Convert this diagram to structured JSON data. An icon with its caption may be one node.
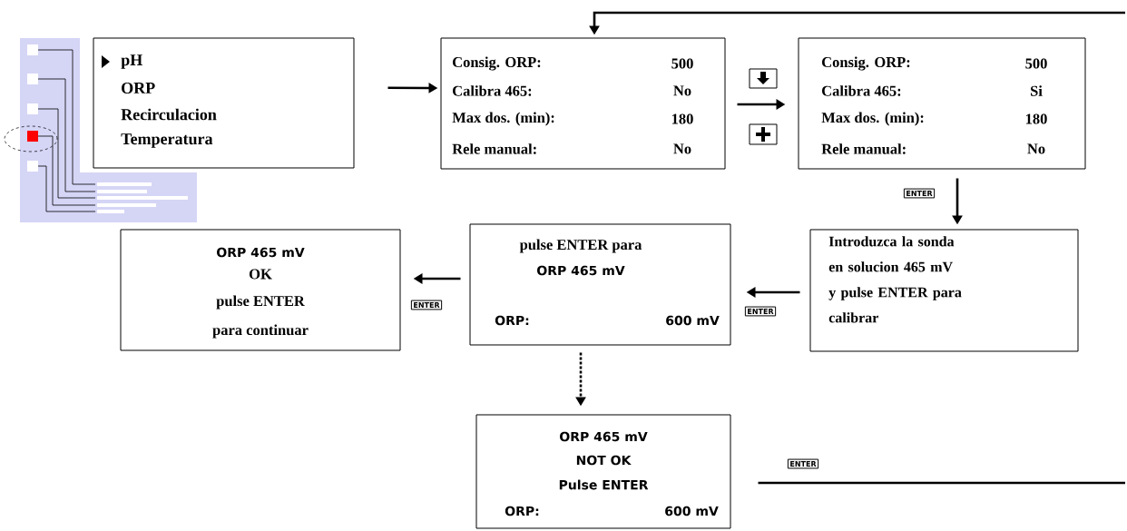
{
  "diagram": {
    "nodes": [
      {
        "text": [
          "pH",
          "ORP",
          "Recirculacion",
          "Temperatura"
        ]
      },
      {
        "text": [
          "Consig. ORP:",
          "500",
          "Calibra 465:",
          "No",
          "Max dos. (min):",
          "180",
          "Rele manual:",
          "No"
        ]
      },
      {
        "text": [
          "Consig. ORP:",
          "500",
          "Calibra 465:",
          "Si",
          "Max dos. (min):",
          "180",
          "Rele manual:",
          "No"
        ]
      },
      {
        "text": [
          "Introduzca la sonda en solucion 465 mV y pulse ENTER para calibrar"
        ]
      },
      {
        "text": [
          "pulse ENTER para",
          "ORP 465 mV",
          "ORP:",
          "600 mV"
        ]
      },
      {
        "text": [
          "ORP 465 mV",
          "OK",
          "pulse ENTER",
          "para continuar"
        ]
      },
      {
        "text": [
          "ORP 465 mV",
          "NOT OK",
          "Pulse ENTER",
          "ORP:",
          "600 mV"
        ]
      }
    ],
    "edges": [
      {
        "from": 0,
        "to": 1,
        "arrow": "to"
      },
      {
        "from": 1,
        "to": 2,
        "arrow": "to"
      },
      {
        "from": 2,
        "to": 3,
        "arrow": "to",
        "label": "ENTER"
      },
      {
        "from": 3,
        "to": 4,
        "arrow": "to",
        "label": "ENTER"
      },
      {
        "from": 4,
        "to": 5,
        "arrow": "to",
        "label": "ENTER"
      },
      {
        "from": 4,
        "to": 6,
        "arrow": "to",
        "style": "dashed"
      },
      {
        "from": 6,
        "to": null,
        "arrow": "none",
        "label": "ENTER"
      },
      {
        "from": null,
        "to": 1,
        "arrow": "to"
      }
    ]
  }
}
